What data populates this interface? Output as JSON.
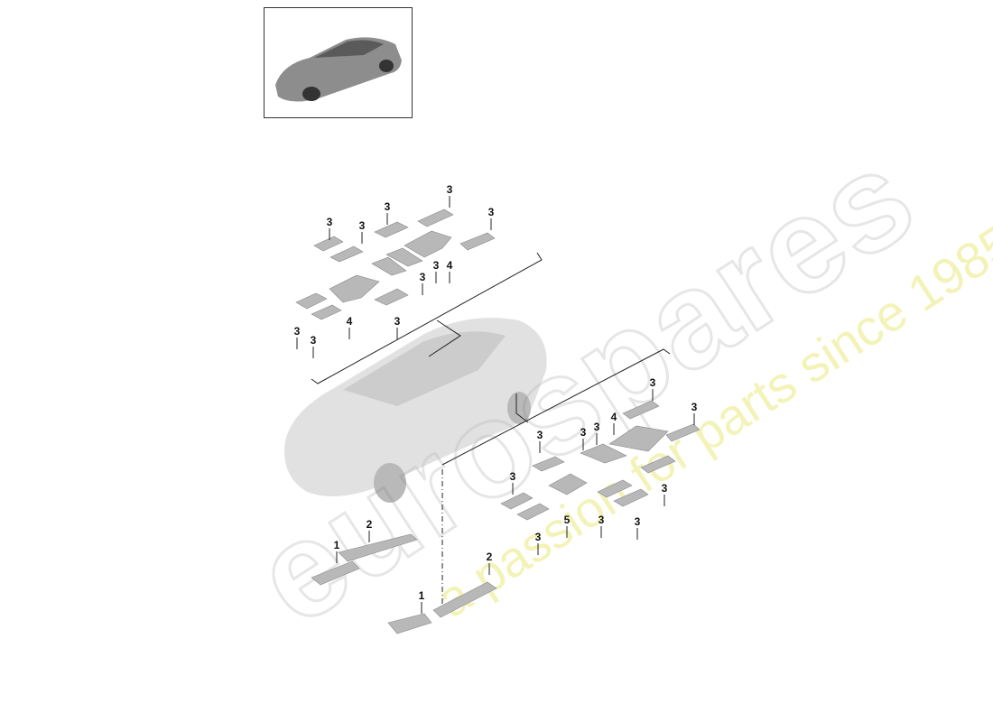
{
  "callouts": [
    "3",
    "3",
    "3",
    "3",
    "3",
    "3",
    "4",
    "3",
    "4",
    "3",
    "3",
    "3",
    "3",
    "3",
    "4",
    "3",
    "3",
    "3",
    "3",
    "5",
    "3",
    "3",
    "3",
    "3",
    "2",
    "1",
    "2",
    "1"
  ],
  "watermark": {
    "brand": "eurospares",
    "tagline": "a passion for parts since 1985"
  },
  "colors": {
    "part_fill": "#b8b8b8",
    "watermark_brand": "#eeeeee",
    "watermark_tagline": "#f3f3b0"
  }
}
